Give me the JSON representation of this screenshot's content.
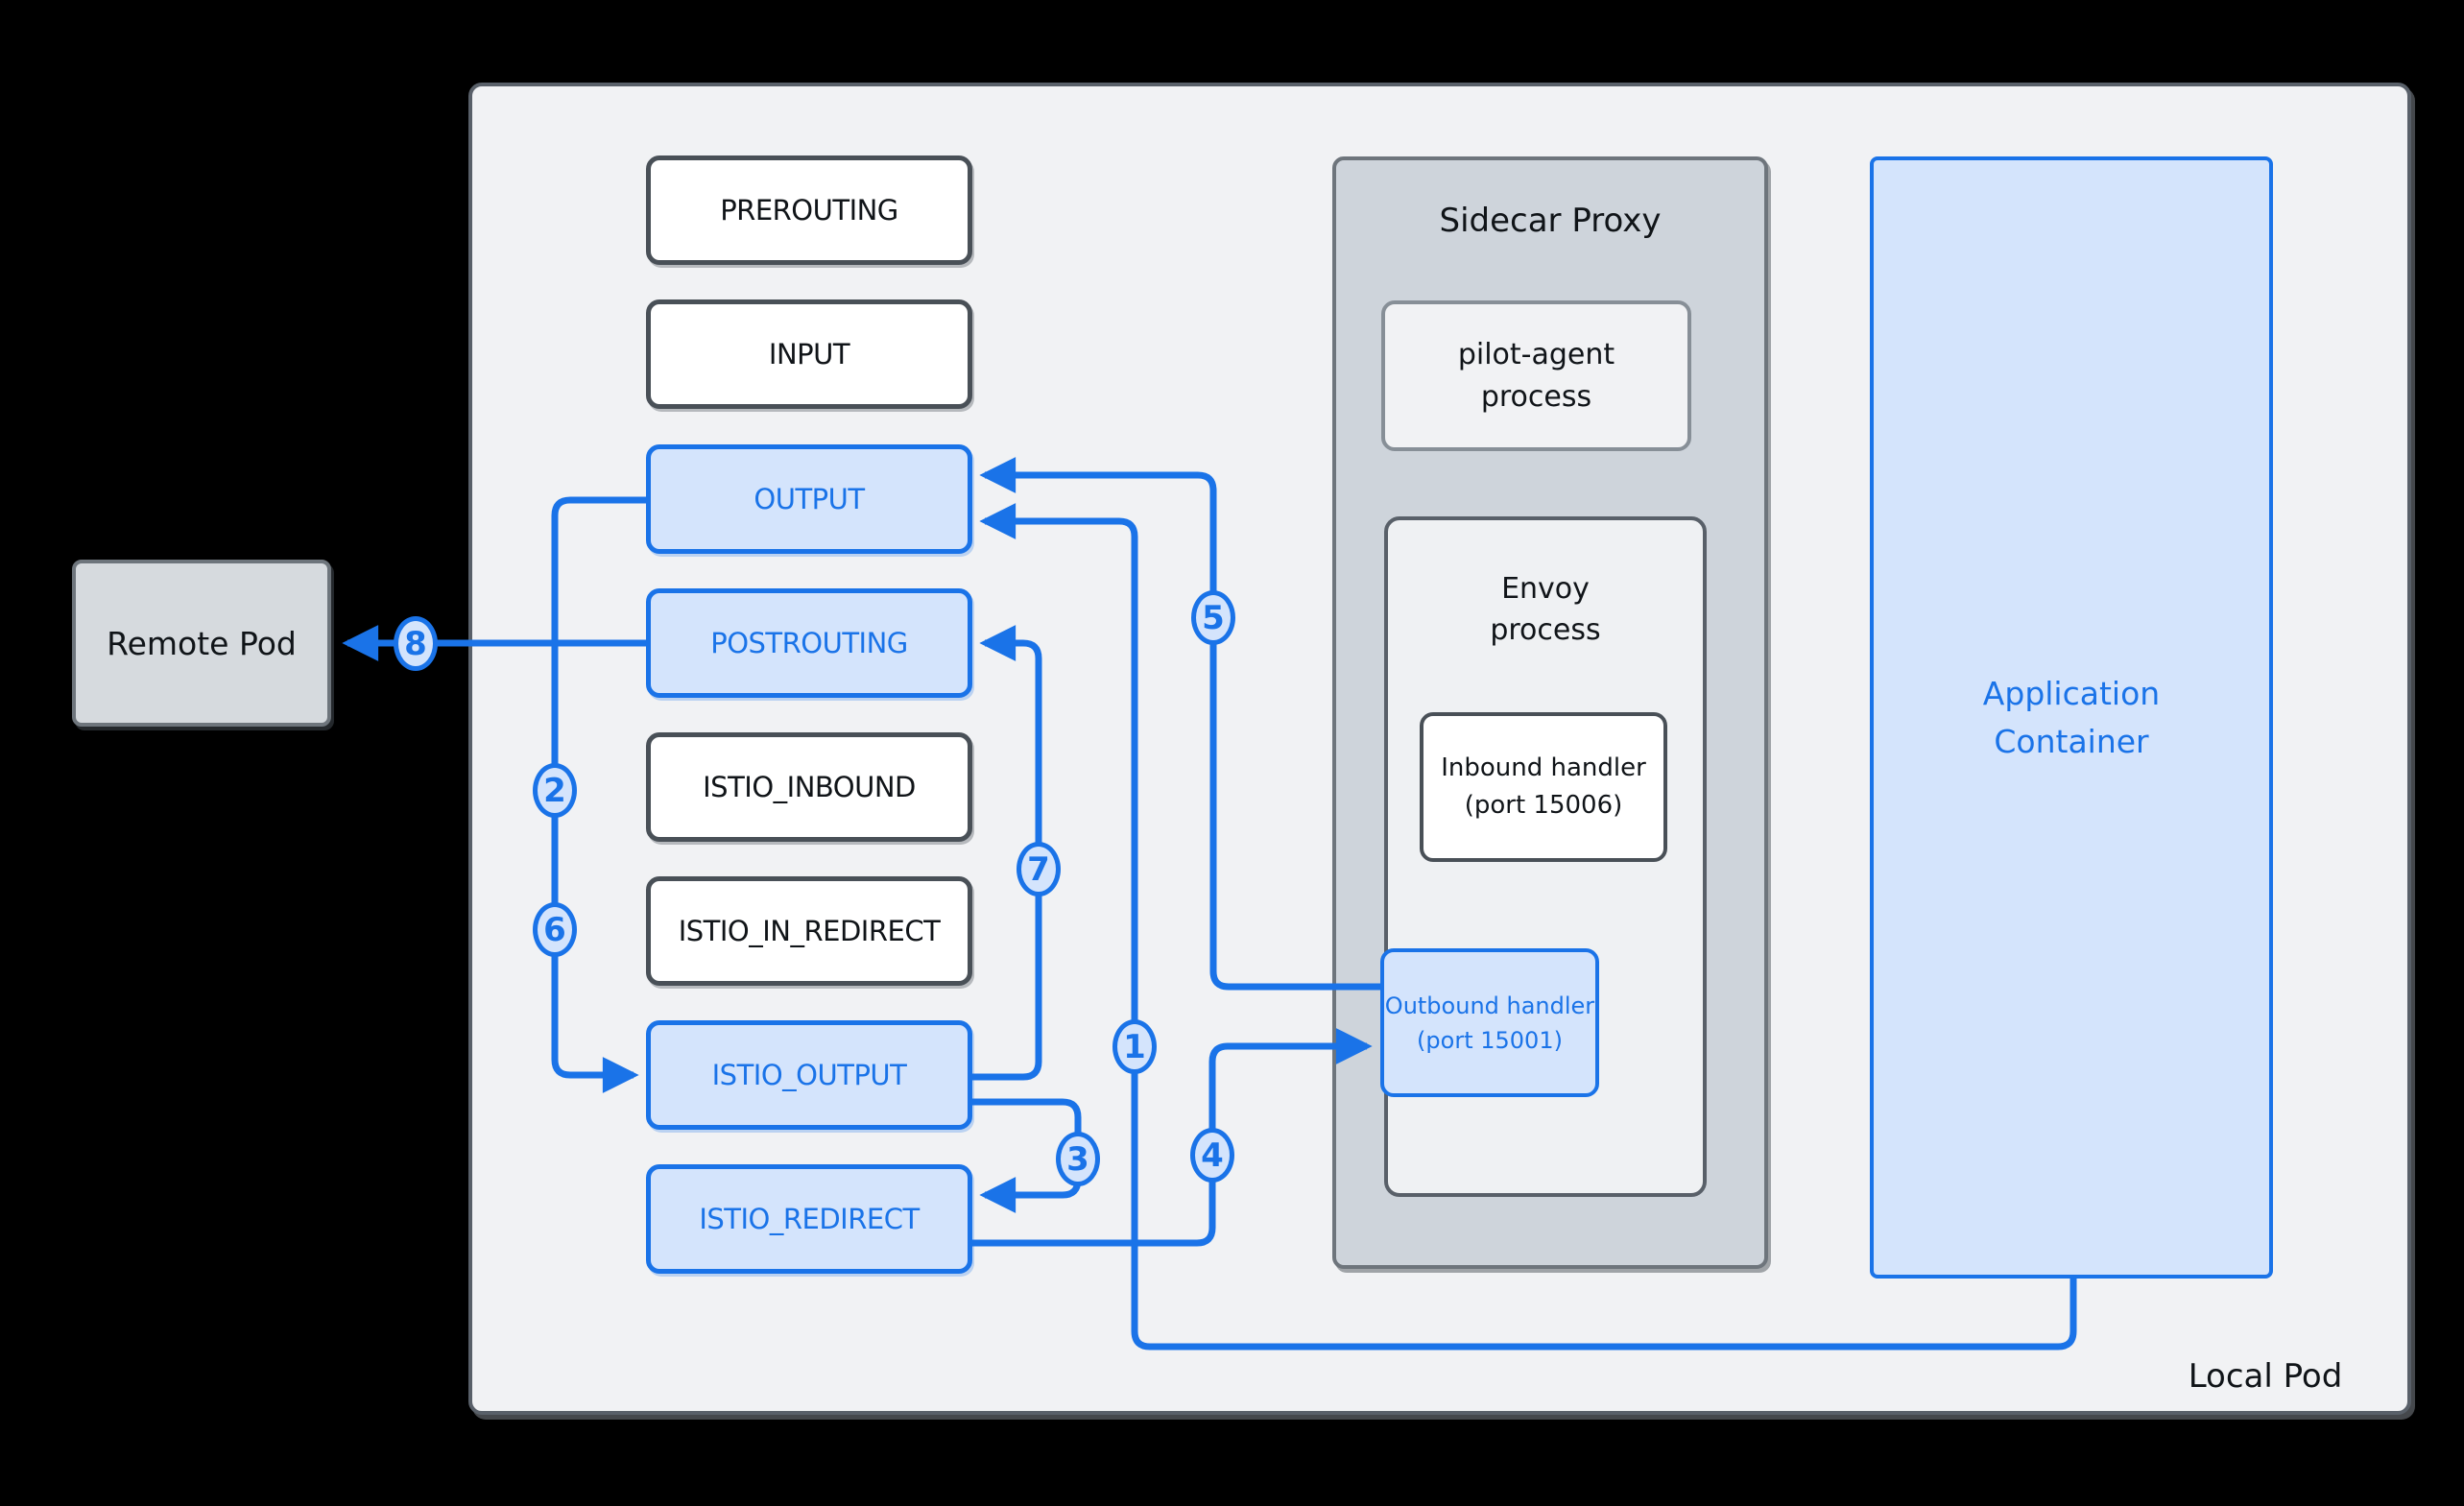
{
  "colors": {
    "accent": "#1a73e8",
    "accent_fill": "#d4e4fc",
    "neutral_box_border": "#495057",
    "container_border": "#6e757c",
    "local_pod_bg": "#f1f2f4",
    "sidecar_bg": "#ced4db",
    "canvas_bg": "#000000"
  },
  "labels": {
    "local_pod": "Local Pod",
    "remote_pod": "Remote Pod",
    "sidecar_title": "Sidecar Proxy"
  },
  "chains": [
    {
      "label": "PREROUTING",
      "style": "neutral"
    },
    {
      "label": "INPUT",
      "style": "neutral"
    },
    {
      "label": "OUTPUT",
      "style": "accent"
    },
    {
      "label": "POSTROUTING",
      "style": "accent"
    },
    {
      "label": "ISTIO_INBOUND",
      "style": "neutral"
    },
    {
      "label": "ISTIO_IN_REDIRECT",
      "style": "neutral"
    },
    {
      "label": "ISTIO_OUTPUT",
      "style": "accent"
    },
    {
      "label": "ISTIO_REDIRECT",
      "style": "accent"
    }
  ],
  "processes": {
    "pilot_agent": {
      "line1": "pilot-agent",
      "line2": "process"
    },
    "envoy": {
      "line1": "Envoy",
      "line2": "process"
    },
    "inbound_handler": {
      "line1": "Inbound handler",
      "line2": "(port 15006)"
    },
    "outbound_handler": {
      "line1": "Outbound handler",
      "line2": "(port 15001)"
    }
  },
  "app_container": {
    "line1": "Application",
    "line2": "Container"
  },
  "steps": [
    "1",
    "2",
    "3",
    "4",
    "5",
    "6",
    "7",
    "8"
  ]
}
